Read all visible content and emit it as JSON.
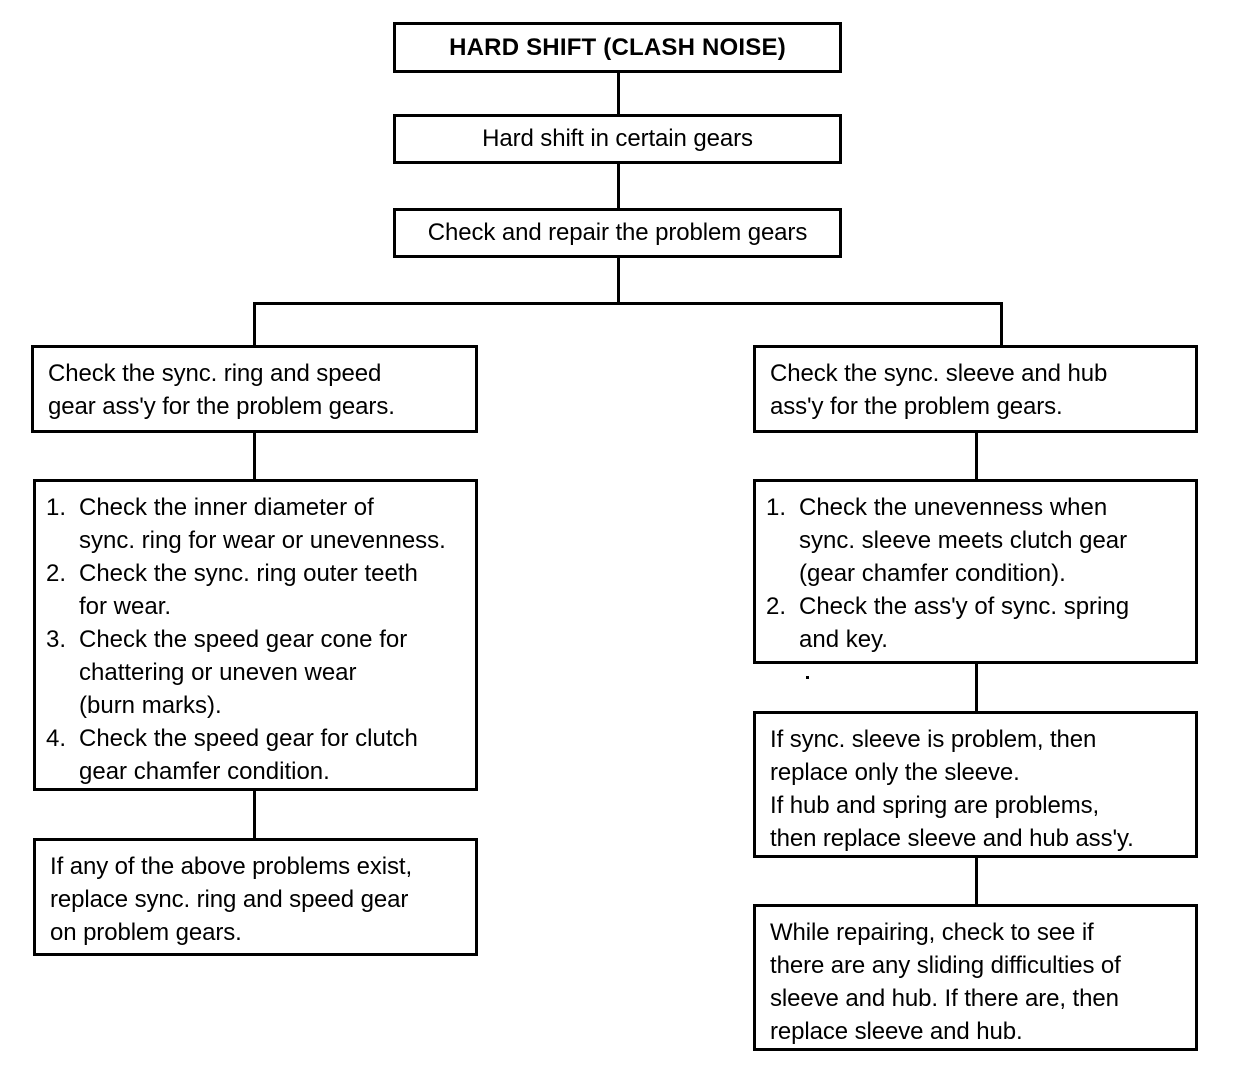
{
  "diagram": {
    "title": "HARD SHIFT (CLASH NOISE)",
    "nodes": {
      "root": "HARD SHIFT (CLASH NOISE)",
      "symptom": "Hard shift in certain gears",
      "action": "Check and repair the problem gears",
      "left_head_line1": "Check the sync. ring and speed",
      "left_head_line2": "gear ass'y for the problem gears.",
      "right_head_line1": "Check the sync. sleeve and hub",
      "right_head_line2": "ass'y for the problem gears.",
      "left_result_line1": "If any of the above problems exist,",
      "left_result_line2": "replace sync. ring and speed gear",
      "left_result_line3": "on problem gears.",
      "right_result_line1": "If sync. sleeve is problem, then",
      "right_result_line2": "replace only the sleeve.",
      "right_result_line3": "If hub and spring are problems,",
      "right_result_line4": "then replace sleeve and hub ass'y.",
      "right_final_line1": "While repairing, check to see if",
      "right_final_line2": "there are any sliding difficulties of",
      "right_final_line3": "sleeve and hub. If there are, then",
      "right_final_line4": "replace sleeve and hub."
    },
    "left_checks": [
      {
        "num": "1.",
        "line1": "Check the inner diameter of",
        "line2": "sync. ring for wear or unevenness.",
        "line3": ""
      },
      {
        "num": "2.",
        "line1": "Check the sync. ring outer teeth",
        "line2": "for wear.",
        "line3": ""
      },
      {
        "num": "3.",
        "line1": "Check the speed gear cone for",
        "line2": "chattering or uneven wear",
        "line3": "(burn marks)."
      },
      {
        "num": "4.",
        "line1": "Check the speed gear for clutch",
        "line2": "gear chamfer condition.",
        "line3": ""
      }
    ],
    "right_checks": [
      {
        "num": "1.",
        "line1": "Check the unevenness when",
        "line2": "sync. sleeve meets clutch gear",
        "line3": "(gear chamfer condition)."
      },
      {
        "num": "2.",
        "line1": "Check the ass'y of sync.  spring",
        "line2": "and key.",
        "line3": ""
      }
    ],
    "colors": {
      "line": "#000000",
      "text": "#000000",
      "background": "#ffffff"
    }
  }
}
